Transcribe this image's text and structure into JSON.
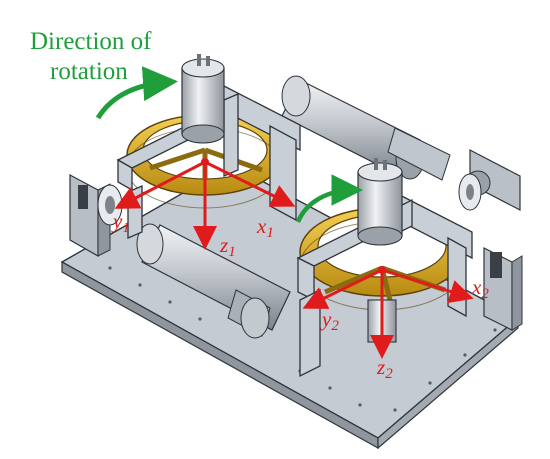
{
  "annotation": {
    "line1": "Direction of",
    "line2": "rotation",
    "color": "#1f9e3a"
  },
  "axis_color": "#e01b1b",
  "frame1_labels": {
    "x": {
      "base": "x",
      "sub": "1"
    },
    "y": {
      "base": "y",
      "sub": "1"
    },
    "z": {
      "base": "z",
      "sub": "1"
    }
  },
  "frame2_labels": {
    "x": {
      "base": "x",
      "sub": "2"
    },
    "y": {
      "base": "y",
      "sub": "2"
    },
    "z": {
      "base": "z",
      "sub": "2"
    }
  },
  "palette": {
    "frame_metal": "#c9cfd6",
    "frame_edge": "#3a3f47",
    "wheel_gold": "#e0b52d",
    "motor_gray": "#bfc4ca"
  }
}
